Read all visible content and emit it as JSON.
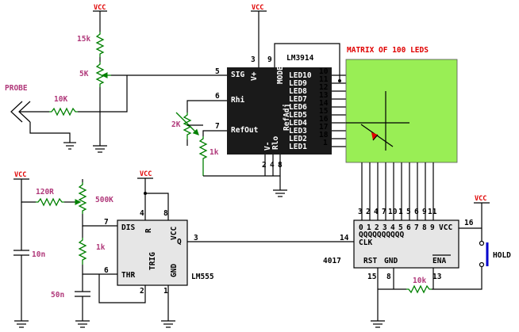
{
  "labels": {
    "vcc": "VCC",
    "lm3914": "LM3914",
    "matrix": "MATRIX OF 100 LEDS",
    "probe": "PROBE",
    "r15k": "15k",
    "r5k": "5K",
    "r10k": "10K",
    "r2k": "2K",
    "r1k_ref": "1k",
    "r120": "120R",
    "r500k": "500K",
    "r1k_555": "1k",
    "c10n": "10n",
    "c50n": "50n",
    "lm555": "LM555",
    "ic4017": "4017",
    "r10k_b": "10k",
    "hold": "HOLD"
  },
  "lm3914": {
    "sig": "SIG",
    "vplus": "V+",
    "rhi": "Rhi",
    "refout": "RefOut",
    "vminus": "V-",
    "rlo": "Rlo",
    "refadj": "RefAdj",
    "mode": "MODE",
    "leds": [
      "LED10",
      "LED9",
      "LED8",
      "LED7",
      "LED6",
      "LED5",
      "LED4",
      "LED3",
      "LED2",
      "LED1"
    ],
    "led_pins": [
      "10",
      "11",
      "12",
      "13",
      "14",
      "15",
      "16",
      "17",
      "18",
      "1"
    ],
    "pin_sig": "5",
    "pin_vplus": "3",
    "pin_mode": "9",
    "pin_rhi": "6",
    "pin_refout": "7",
    "pin_vminus": "2",
    "pin_rlo": "4",
    "pin_refadj": "8"
  },
  "lm555": {
    "dis": "DIS",
    "r": "R",
    "vcc": "VCC",
    "q": "Q",
    "trig": "TRIG",
    "thr": "THR",
    "gnd": "GND",
    "pin_r": "4",
    "pin_vcc": "8",
    "pin_dis": "7",
    "pin_thr": "6",
    "pin_trig": "2",
    "pin_gnd": "1",
    "pin_q": "3"
  },
  "ic4017": {
    "outputs": [
      "0",
      "1",
      "2",
      "3",
      "4",
      "5",
      "6",
      "7",
      "8",
      "9"
    ],
    "output_pins": [
      "3",
      "2",
      "4",
      "7",
      "10",
      "1",
      "5",
      "6",
      "9",
      "11"
    ],
    "vcc": "VCC",
    "clk": "CLK",
    "rst": "RST",
    "gnd": "GND",
    "ena": "ENA",
    "pin_vcc": "16",
    "pin_clk": "14",
    "pin_rst": "15",
    "pin_gnd": "8",
    "pin_ena": "13"
  },
  "colors": {
    "resistor": "#008000",
    "vcc": "#e00000",
    "label": "#b0387a",
    "matrix": "#99ee55",
    "chip": "#1a1a1a",
    "chip_light": "#e6e6e6",
    "led": "#e00000",
    "switch": "#0000cc"
  }
}
